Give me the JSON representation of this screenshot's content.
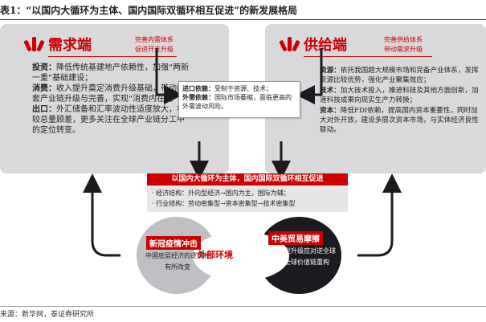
{
  "title": "表1：“以国内大循环为主体、国内国际双循环相互促进”的新发展格局",
  "demand": {
    "heading": "需求端",
    "sub1": "完善内需体系",
    "sub2": "促进开支升级",
    "items": [
      {
        "label": "投资：",
        "text": "降低传统基建地产依赖性，加强“两新一重”基础建设；"
      },
      {
        "label": "消费：",
        "text": "收入提升奠定消费升级基础，带动配套产业链升级与完善，实现“消费内在化”；"
      },
      {
        "label": "出口：",
        "text": "外汇储备和汇率波动性适度放大，相较总量顾差，更多关注在全球产业链分工中的定位转变。"
      }
    ]
  },
  "supply": {
    "heading": "供给端",
    "sub1": "完善供给体系",
    "sub2": "带动需求升级",
    "items": [
      {
        "label": "资源：",
        "text": "依托我国超大规模市场和完备产业体系，发挥资源比较优势，强化产业聚集效应；"
      },
      {
        "label": "技术：",
        "text": "加大技术投入，推进科技及其他方面创新，加速科技成果向现实生产力转换；"
      },
      {
        "label": "资本：",
        "text": "降低FDI依赖，提高国内资本重要性，同时加大对外开放，建设多层次资本市场，与实体经济良性联动。"
      }
    ]
  },
  "center": {
    "import_label": "进口依赖：",
    "import_text": "受制于资源、技术；",
    "demand_label": "外需依赖：",
    "demand_text": "国际市场萎缩，面临更高的外需波动风险。"
  },
  "loop": {
    "banner": "以国内大循环为主体，国内国际双循环相互促进",
    "line1": "·  经济结构：外向型经济→国内为主，国际为辅；",
    "line2": "·  行业结构：劳动密集型→资本密集型→技术密集型"
  },
  "external": {
    "label": "外部环境",
    "left_tag": "新冠疫情冲击",
    "left_text": "中国底层经济的逻辑将有所改变",
    "right_tag": "中美贸易摩擦",
    "right_text": "产业转型升级应对逆全球化和全球价值链重构"
  },
  "source": "来源：新华网，泰证券研究所"
}
